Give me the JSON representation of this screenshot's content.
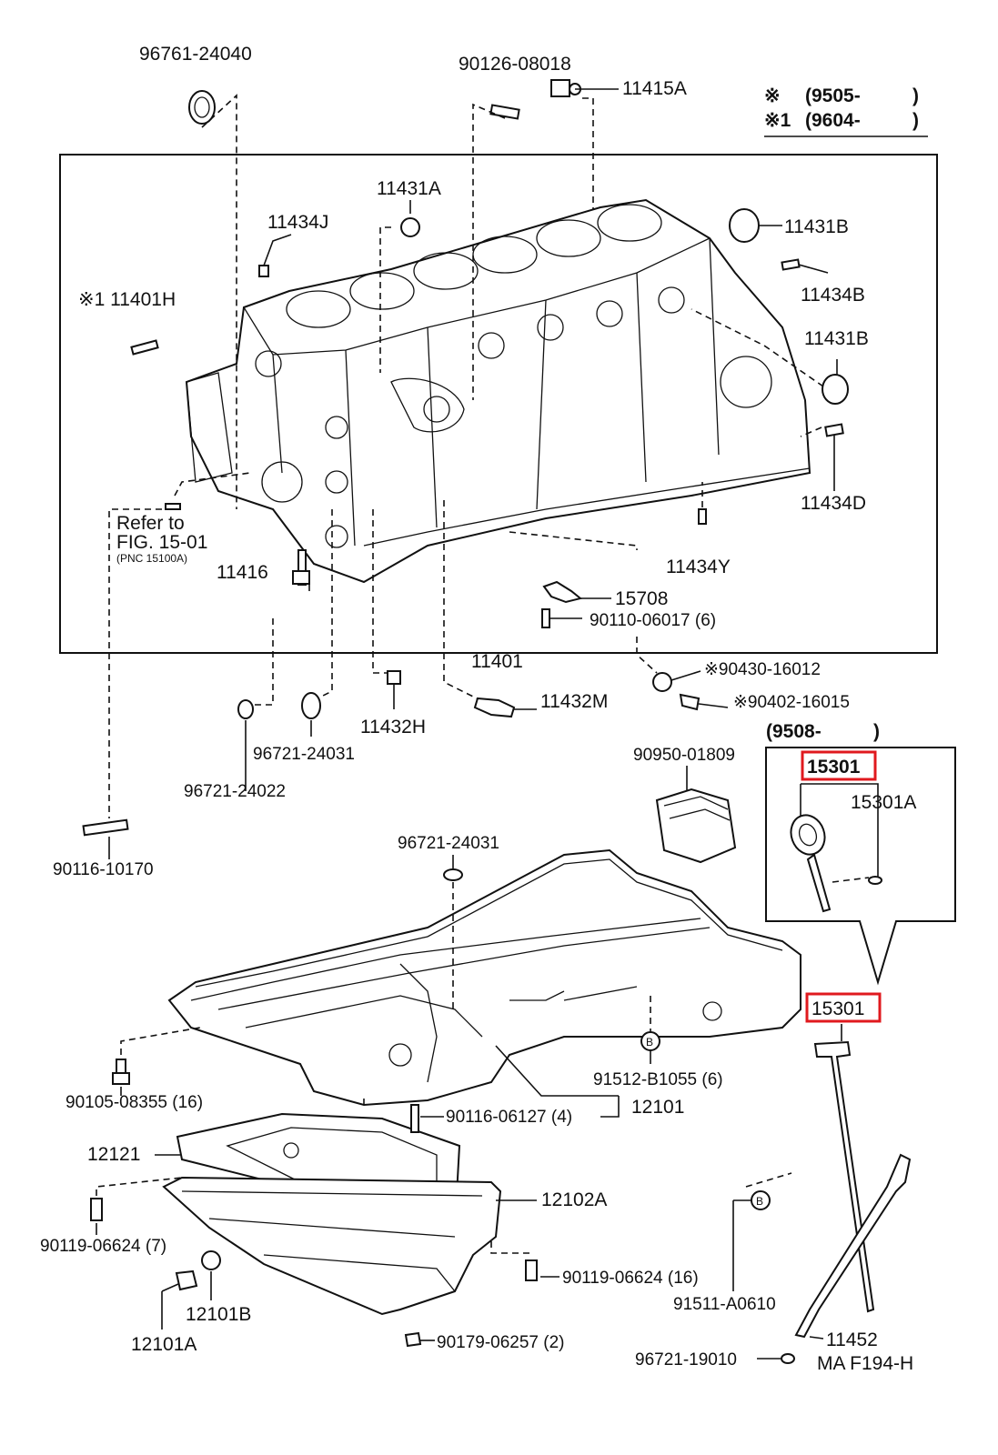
{
  "labels": {
    "l_96761_24040": "96761-24040",
    "l_90126_08018": "90126-08018",
    "l_11415A": "11415A",
    "l_mark1": "※",
    "l_9505": "(9505-",
    "l_close1": ")",
    "l_mark2": "※1",
    "l_9604": "(9604-",
    "l_close2": ")",
    "l_11431A": "11431A",
    "l_11434J": "11434J",
    "l_11431B_top": "11431B",
    "l_11401H": "※1 11401H",
    "l_11434B": "11434B",
    "l_11431B_mid": "11431B",
    "l_11434D": "11434D",
    "l_refer1": "Refer to",
    "l_refer2": "FIG. 15-01",
    "l_refer3": "(PNC 15100A)",
    "l_11416": "11416",
    "l_11434Y": "11434Y",
    "l_15708": "15708",
    "l_90110": "90110-06017 (6)",
    "l_11401": "11401",
    "l_90430": "※90430-16012",
    "l_90402": "※90402-16015",
    "l_11432M": "11432M",
    "l_11432H": "11432H",
    "l_96721_24031_a": "96721-24031",
    "l_96721_24022": "96721-24022",
    "l_9508": "(9508-",
    "l_close3": ")",
    "l_90950": "90950-01809",
    "l_15301_box": "15301",
    "l_15301A": "15301A",
    "l_90116_10170": "90116-10170",
    "l_96721_24031_b": "96721-24031",
    "l_15301": "15301",
    "l_91512": "91512-B1055 (6)",
    "l_90105": "90105-08355 (16)",
    "l_90116_06127": "90116-06127 (4)",
    "l_12101": "12101",
    "l_12121": "12121",
    "l_12102A": "12102A",
    "l_90119_a": "90119-06624 (7)",
    "l_90119_b": "90119-06624 (16)",
    "l_12101B": "12101B",
    "l_91511": "91511-A0610",
    "l_12101A": "12101A",
    "l_90179": "90179-06257 (2)",
    "l_11452": "11452",
    "l_96721_19010": "96721-19010",
    "l_MA": "MA F194-H",
    "l_B1": "B",
    "l_B2": "B"
  },
  "colors": {
    "highlight": "#e0191e",
    "ink": "#111111"
  }
}
